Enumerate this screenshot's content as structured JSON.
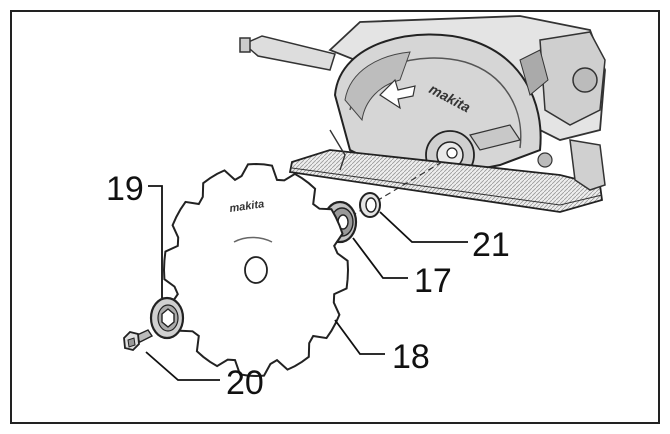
{
  "diagram": {
    "brand_tool": "makita",
    "brand_blade": "makita",
    "callouts": [
      {
        "id": "19",
        "label": "19"
      },
      {
        "id": "21",
        "label": "21"
      },
      {
        "id": "17",
        "label": "17"
      },
      {
        "id": "18",
        "label": "18"
      },
      {
        "id": "20",
        "label": "20"
      }
    ]
  }
}
